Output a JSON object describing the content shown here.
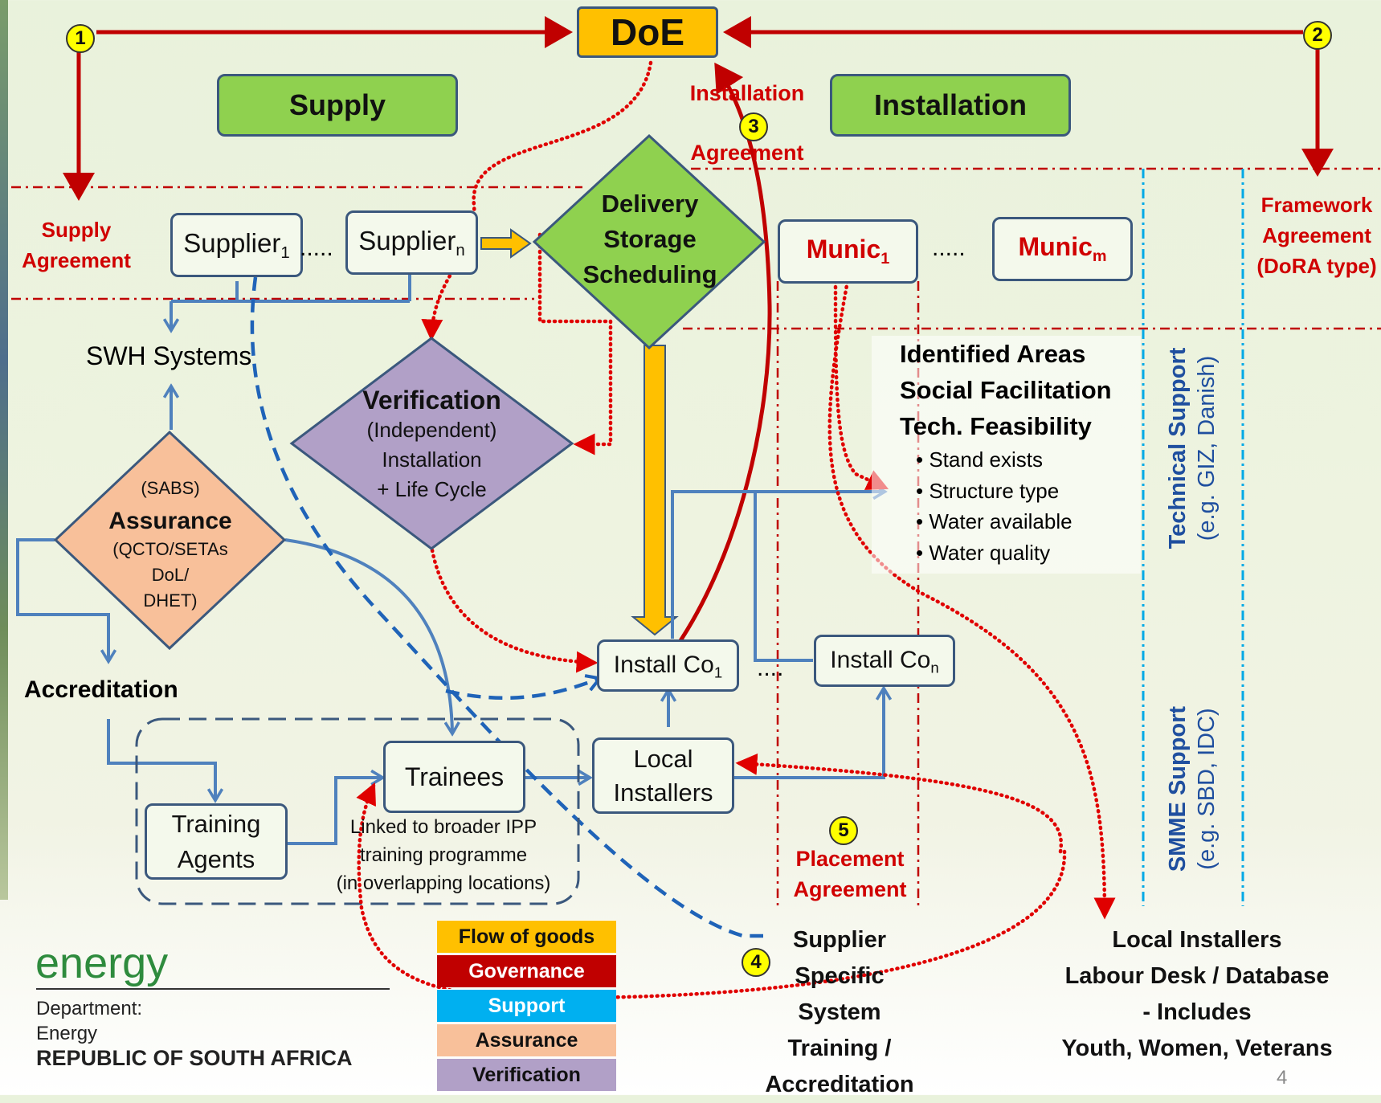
{
  "top": {
    "doe": "DoE",
    "supply": "Supply",
    "installation": "Installation"
  },
  "badges": [
    "1",
    "2",
    "3",
    "4",
    "5"
  ],
  "agreements": {
    "installation_agreement": [
      "Installation",
      "Agreement"
    ],
    "supply_agreement": [
      "Supply",
      "Agreement"
    ],
    "framework_agreement": [
      "Framework",
      "Agreement",
      "(DoRA type)"
    ],
    "placement_agreement": [
      "Placement",
      "Agreement"
    ]
  },
  "nodes": {
    "supplier_1": {
      "text": "Supplier",
      "sub": "1"
    },
    "supplier_n": {
      "text": "Supplier",
      "sub": "n"
    },
    "ellipsis": ".....",
    "delivery": [
      "Delivery",
      "Storage",
      "Scheduling"
    ],
    "munic_1": {
      "text": "Munic",
      "sub": "1"
    },
    "munic_m": {
      "text": "Munic",
      "sub": "m"
    },
    "swh_systems": "SWH Systems",
    "verification": {
      "title": "Verification",
      "lines": [
        "(Independent)",
        "Installation",
        "+ Life Cycle"
      ]
    },
    "assurance": {
      "top": "(SABS)",
      "title": "Assurance",
      "lines": [
        "(QCTO/SETAs",
        "DoL/",
        "DHET)"
      ]
    },
    "accreditation": "Accreditation",
    "install_co_1": {
      "text": "Install Co",
      "sub": "1"
    },
    "install_co_n": {
      "text": "Install Co",
      "sub": "n"
    },
    "install_dots": "....",
    "local_installers": [
      "Local",
      "Installers"
    ],
    "trainees": "Trainees",
    "training_agents": [
      "Training",
      "Agents"
    ],
    "ipp_note": [
      "Linked to broader IPP",
      "training programme",
      "(in overlapping locations)"
    ]
  },
  "identified": {
    "headings": [
      "Identified Areas",
      "Social Facilitation",
      "Tech. Feasibility"
    ],
    "bullets": [
      "Stand exists",
      "Structure type",
      "Water available",
      "Water quality"
    ]
  },
  "support": {
    "technical": [
      "Technical Support",
      "(e.g. GIZ, Danish)"
    ],
    "smme": [
      "SMME Support",
      "(e.g. SBD, IDC)"
    ]
  },
  "bottom": {
    "supplier_training": [
      "Supplier",
      "Specific",
      "System",
      "Training /",
      "Accreditation"
    ],
    "labour_desk": [
      "Local Installers",
      "Labour Desk / Database",
      "- Includes",
      "Youth, Women, Veterans"
    ],
    "page_number": "4"
  },
  "legend": [
    {
      "label": "Flow of goods",
      "color": "#ffc000"
    },
    {
      "label": "Governance",
      "color": "#c00000"
    },
    {
      "label": "Support",
      "color": "#00b0f0"
    },
    {
      "label": "Assurance",
      "color": "#f8c09a"
    },
    {
      "label": "Verification",
      "color": "#b1a0c7"
    }
  ],
  "logo": {
    "word": "energy",
    "lines": [
      "Department:",
      "Energy",
      "REPUBLIC OF SOUTH AFRICA"
    ]
  }
}
